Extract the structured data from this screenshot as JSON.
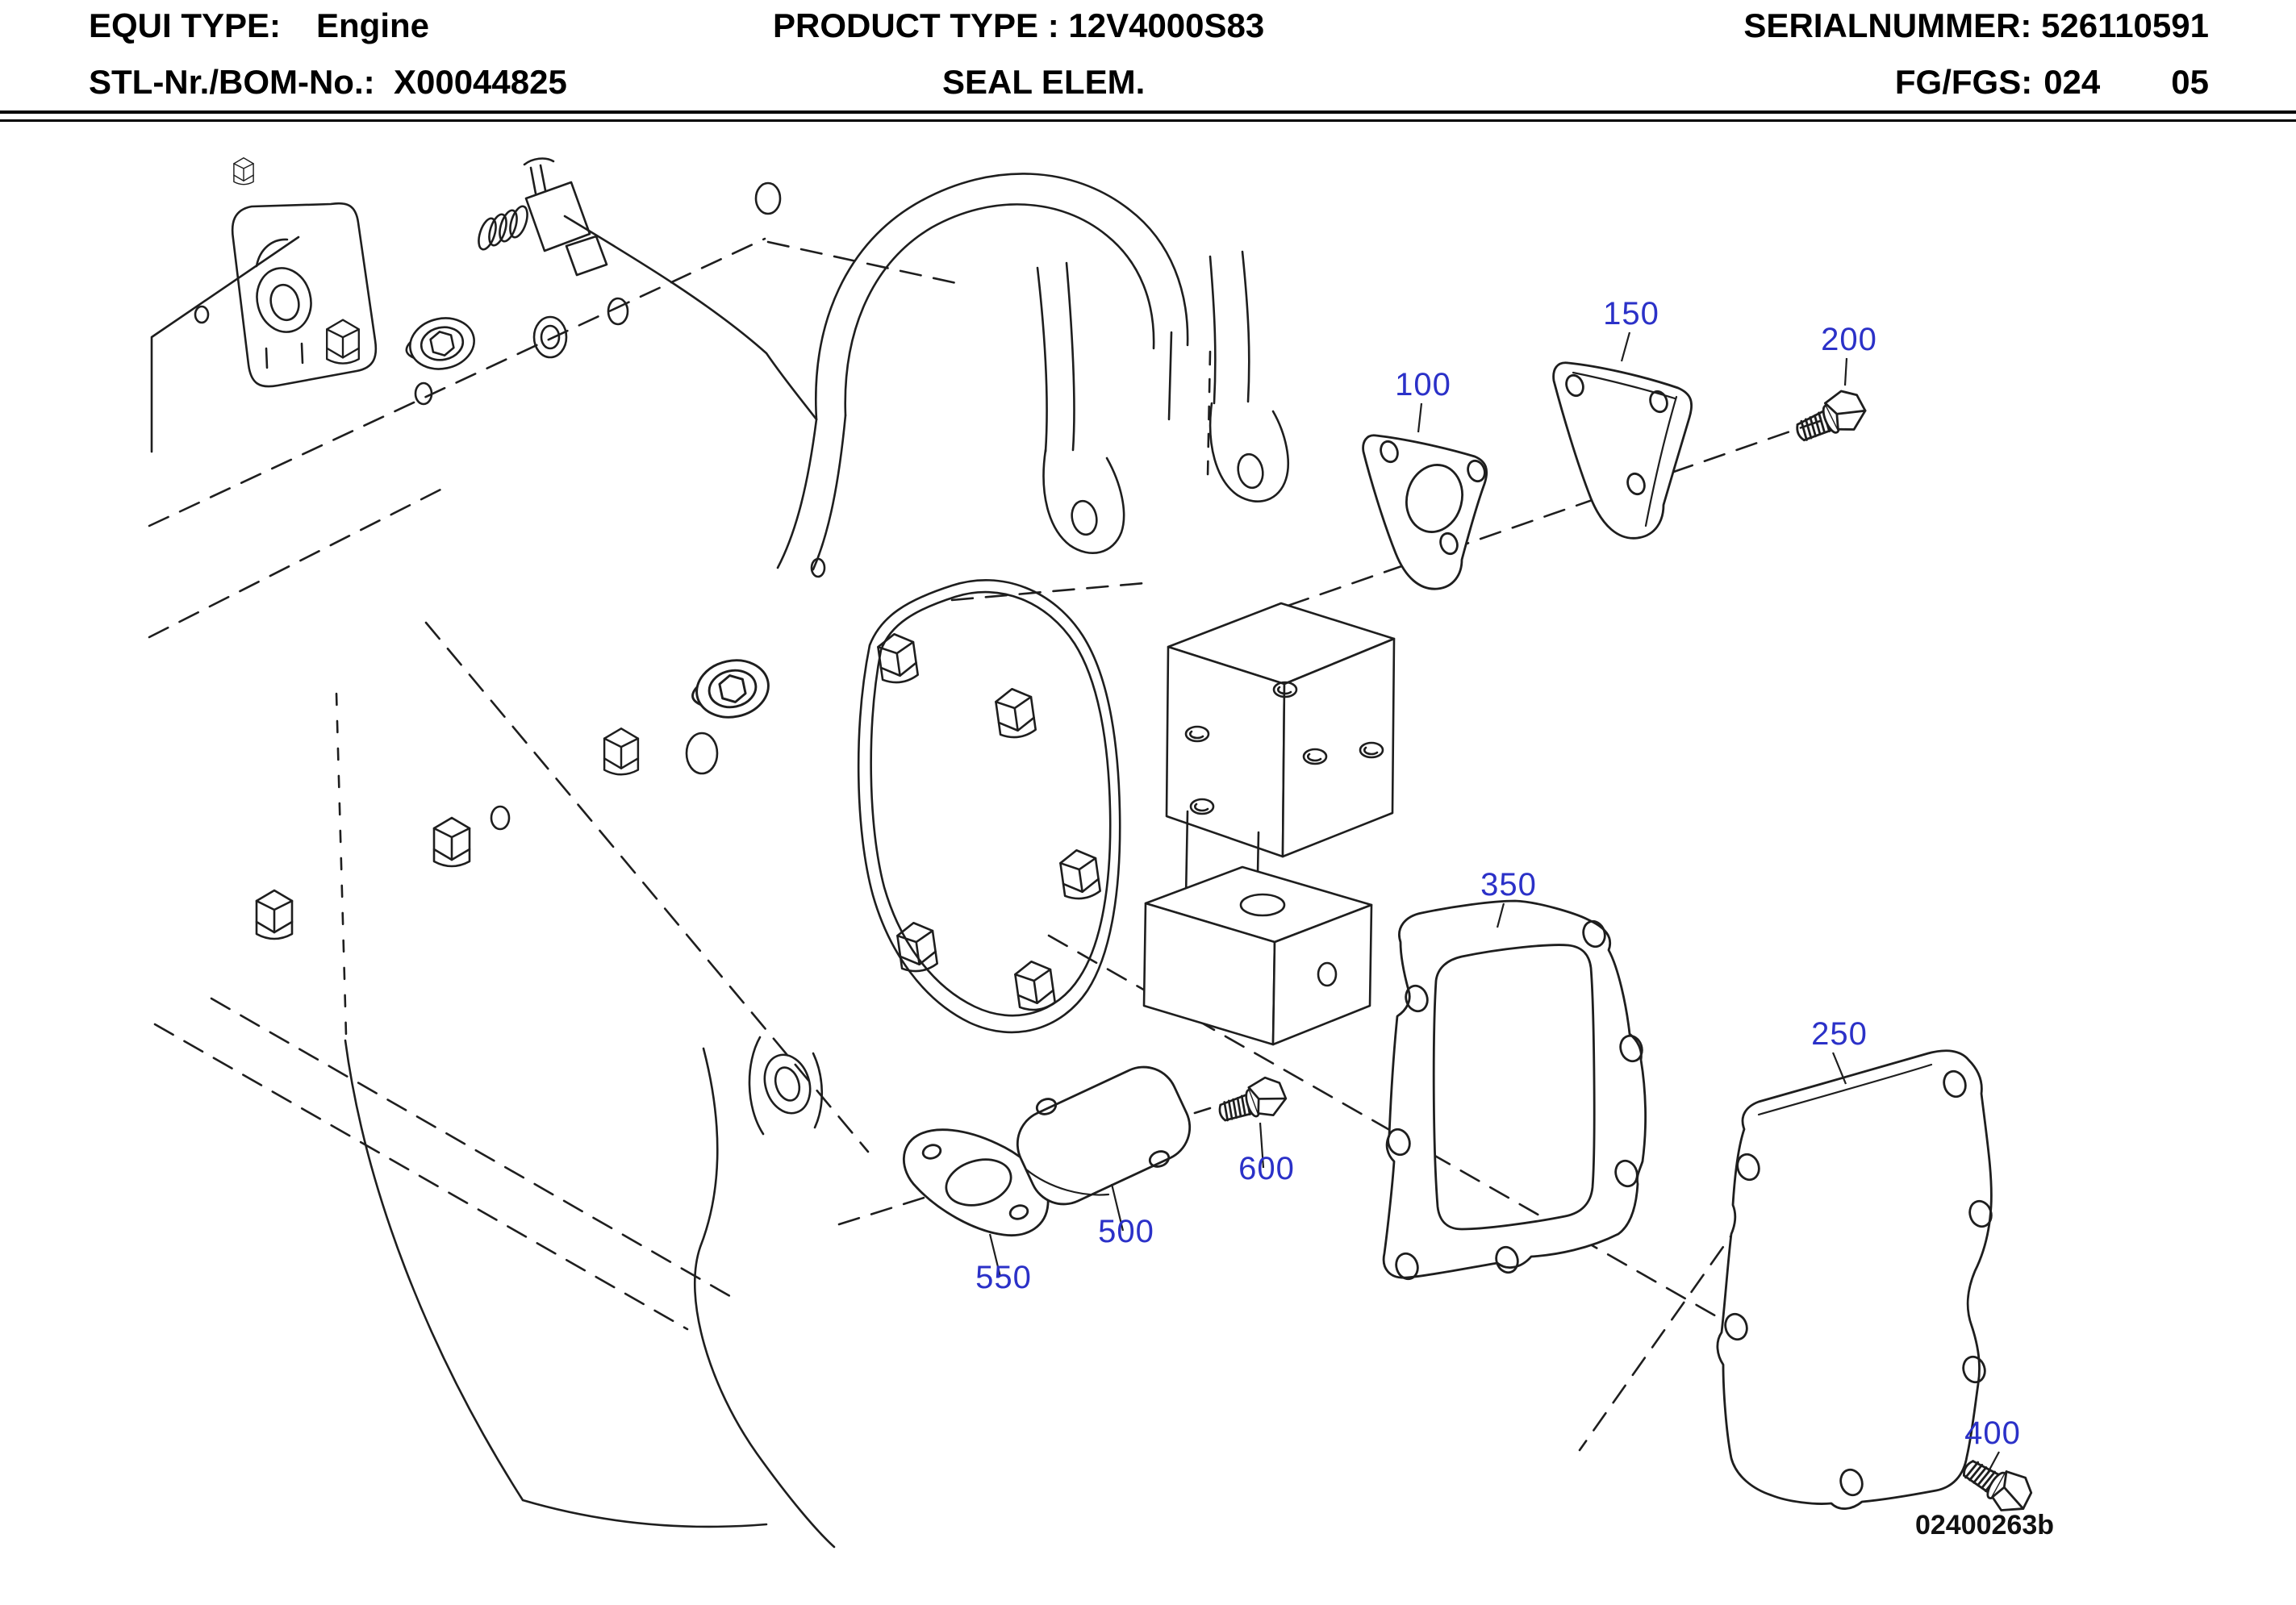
{
  "header": {
    "row1": {
      "equi_label": "EQUI TYPE:",
      "equi_value": "Engine",
      "product_label": "PRODUCT TYPE :",
      "product_value": "12V4000S83",
      "serial_label": "SERIALNUMMER:",
      "serial_value": "526110591"
    },
    "row2": {
      "stl_label": "STL-Nr./BOM-No.:",
      "stl_value": "X00044825",
      "group_title": "SEAL ELEM.",
      "fg_label": "FG/FGS:",
      "fg_value": "024",
      "fg_page": "05"
    }
  },
  "diagram": {
    "drawing_number": "02400263b",
    "callouts": [
      {
        "label": "100"
      },
      {
        "label": "150"
      },
      {
        "label": "200"
      },
      {
        "label": "250"
      },
      {
        "label": "350"
      },
      {
        "label": "400"
      },
      {
        "label": "500"
      },
      {
        "label": "550"
      },
      {
        "label": "600"
      }
    ]
  },
  "colors": {
    "callout_blue": "#2b31c8",
    "line": "#1e1e1e",
    "page_bg": "#ffffff"
  }
}
